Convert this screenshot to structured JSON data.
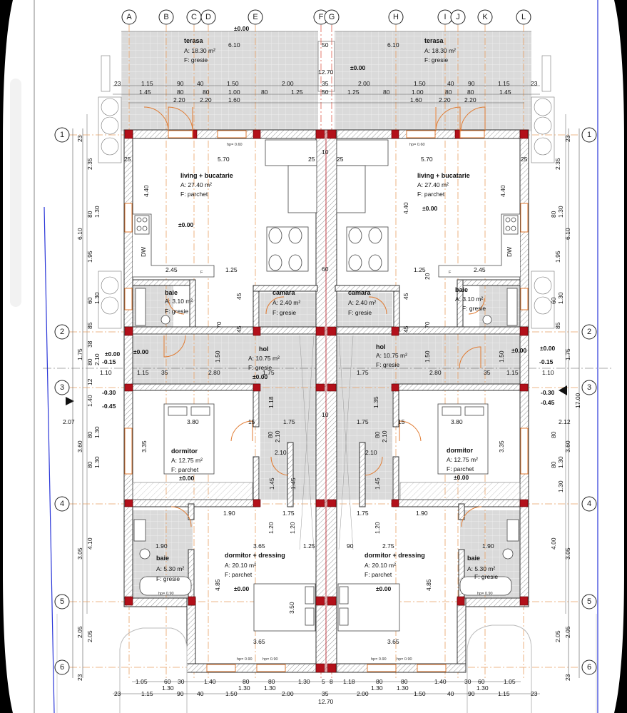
{
  "grid": {
    "columns": [
      "A",
      "B",
      "C",
      "D",
      "E",
      "F",
      "G",
      "H",
      "I",
      "J",
      "K",
      "L"
    ],
    "rows": [
      "1",
      "2",
      "3",
      "4",
      "5",
      "6"
    ]
  },
  "rooms": [
    {
      "id": "terasa-left",
      "name": "terasa",
      "area": "A: 18.30 m²",
      "floor": "F: gresie"
    },
    {
      "id": "terasa-right",
      "name": "terasa",
      "area": "A: 18.30 m²",
      "floor": "F: gresie"
    },
    {
      "id": "living-left",
      "name": "living + bucatarie",
      "area": "A: 27.40 m²",
      "floor": "F: parchet"
    },
    {
      "id": "living-right",
      "name": "living + bucatarie",
      "area": "A: 27.40 m²",
      "floor": "F: parchet"
    },
    {
      "id": "baie1-left",
      "name": "baie",
      "area": "A: 3.10 m²",
      "floor": "F: gresie"
    },
    {
      "id": "baie1-right",
      "name": "baie",
      "area": "A: 3.10 m²",
      "floor": "F: gresie"
    },
    {
      "id": "camara-left",
      "name": "camara",
      "area": "A: 2.40 m²",
      "floor": "F: gresie"
    },
    {
      "id": "camara-right",
      "name": "camara",
      "area": "A: 2.40 m²",
      "floor": "F: gresie"
    },
    {
      "id": "hol-left",
      "name": "hol",
      "area": "A: 10.75 m²",
      "floor": "F: gresie"
    },
    {
      "id": "hol-right",
      "name": "hol",
      "area": "A: 10.75 m²",
      "floor": "F: gresie"
    },
    {
      "id": "dormitor-left",
      "name": "dormitor",
      "area": "A: 12.75 m²",
      "floor": "F: parchet"
    },
    {
      "id": "dormitor-right",
      "name": "dormitor",
      "area": "A: 12.75 m²",
      "floor": "F: parchet"
    },
    {
      "id": "dress-left",
      "name": "dormitor + dressing",
      "area": "A: 20.10 m²",
      "floor": "F: parchet"
    },
    {
      "id": "dress-right",
      "name": "dormitor + dressing",
      "area": "A: 20.10 m²",
      "floor": "F: parchet"
    },
    {
      "id": "baie2-left",
      "name": "baie",
      "area": "A: 5.30 m²",
      "floor": "F: gresie"
    },
    {
      "id": "baie2-right",
      "name": "baie",
      "area": "A: 5.30 m²",
      "floor": "F: gresie"
    }
  ],
  "levels": {
    "zero": "±0.00",
    "m015": "-0.15",
    "m030": "-0.30",
    "m045": "-0.45"
  },
  "dims_top_row1": [
    "23",
    "1.15",
    "90",
    "40",
    "1.50",
    "2.00",
    "35",
    "2.00",
    "1.50",
    "40",
    "90",
    "1.15",
    "23"
  ],
  "dims_top_row2": [
    "1.45",
    "80",
    "80",
    "1.00",
    "80",
    "1.25",
    "50",
    "1.25",
    "80",
    "1.00",
    "80",
    "80",
    "1.45"
  ],
  "dims_top_row3": [
    "2.20",
    "2.20",
    "1.60",
    "1.60",
    "2.20",
    "2.20"
  ],
  "dims_bottom_row1": [
    "1.05",
    "60",
    "30",
    "1.40",
    "80",
    "80",
    "1.30",
    "5",
    "8",
    "1.18",
    "80",
    "80",
    "1.40",
    "30",
    "60",
    "1.05"
  ],
  "dims_bottom_row2": [
    "1.30",
    "1.30",
    "1.30",
    "1.30",
    "1.30",
    "1.30"
  ],
  "dims_bottom_row3": [
    "23",
    "1.15",
    "90",
    "40",
    "1.50",
    "2.00",
    "35",
    "2.00",
    "1.50",
    "40",
    "90",
    "1.15",
    "23"
  ],
  "dims_bottom_total": "12.70",
  "dims_top_total": "12.70",
  "dims_left": [
    "23",
    "2.35",
    "6.10",
    "80",
    "1.30",
    "1.95",
    "60",
    "1.30",
    "85",
    "38",
    "1.75",
    "80",
    "2.10",
    "12",
    "1.40",
    "2.07",
    "80",
    "1.30",
    "3.60",
    "3.35",
    "80",
    "1.30",
    "4.10",
    "3.05",
    "2.05",
    "2.05",
    "23"
  ],
  "dims_right": [
    "23",
    "2.35",
    "6.10",
    "80",
    "1.30",
    "1.95",
    "60",
    "1.30",
    "85",
    "1.75",
    "17.00",
    "2.12",
    "80",
    "1.30",
    "3.60",
    "3.35",
    "80",
    "1.30",
    "4.00",
    "3.05",
    "2.05",
    "2.05",
    "23"
  ],
  "inner_dims": {
    "terasa_w": "6.10",
    "mid50": "50",
    "mid35": "35",
    "mid1270": "12.70",
    "living_w": "5.70",
    "living_h": "4.40",
    "dim245": "2.45",
    "dim125": "1.25",
    "dim25": "25",
    "dim10": "10",
    "dim60": "60",
    "hp060": "hp= 0.60",
    "hp090": "hp= 0.90",
    "dw": "DW",
    "f": "F",
    "hol_150": "1.50",
    "hol_110": "1.10",
    "hol_115": "1.15",
    "hol_280": "2.80",
    "hol_175": "1.75",
    "hol_35": "35",
    "bed_380": "3.80",
    "bed_335": "3.35",
    "dim118": "1.18",
    "dim135": "1.35",
    "dim210": "2.10",
    "dim80": "80",
    "dim145": "1.45",
    "dim15": "15",
    "dim190": "1.90",
    "dim120": "1.20",
    "dim365": "3.65",
    "dim125b": "1.25",
    "dim90": "90",
    "dim275": "2.75",
    "dim485": "4.85",
    "dim350": "3.50",
    "dim45": "45",
    "dim70": "70",
    "dim20": "20"
  },
  "colors": {
    "wall_hatch": "#c8c8c8",
    "column": "#b3101a",
    "grid_orange": "#e8a064",
    "grid_red": "#e05a4a",
    "blue_boundary": "#2a36d8",
    "tile_fill": "#d9d9d9"
  }
}
